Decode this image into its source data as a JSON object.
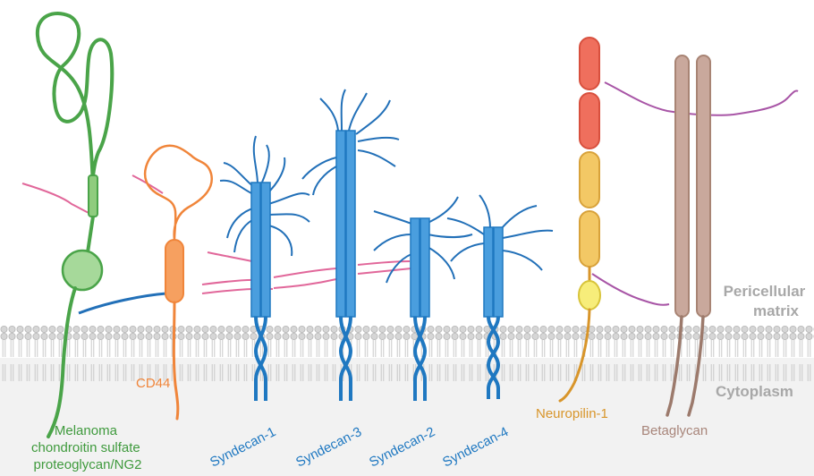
{
  "labels": {
    "ng2": [
      "Melanoma",
      "chondroitin sulfate",
      "proteoglycan/NG2"
    ],
    "cd44": "CD44",
    "syndecan1": "Syndecan-1",
    "syndecan3": "Syndecan-3",
    "syndecan2": "Syndecan-2",
    "syndecan4": "Syndecan-4",
    "neuropilin1": "Neuropilin-1",
    "betaglycan": "Betaglycan"
  },
  "regions": {
    "pericellular": [
      "Pericellular",
      "matrix"
    ],
    "cytoplasm": "Cytoplasm"
  },
  "colors": {
    "ng2": "#4aa449",
    "ng2_light": "#8fcc7e",
    "cd44": "#f0853a",
    "cd44_light": "#f6a060",
    "syndecan": "#1f78c1",
    "syndecan_fill": "#4a9ede",
    "heparan_sulfate": "#2270b8",
    "chondroitin_sulfate": "#e1679a",
    "neuropilin_red": "#e8604e",
    "neuropilin_yellow": "#f0c156",
    "neuropilin_tail": "#d8952a",
    "betaglycan": "#c9a89c",
    "betaglycan_tail": "#9c7a6c",
    "purple_chain": "#a855a6",
    "membrane": "#c9c9c9",
    "cytoplasm_bg": "#f0f0f0",
    "region_text": "#a8a8a8"
  }
}
